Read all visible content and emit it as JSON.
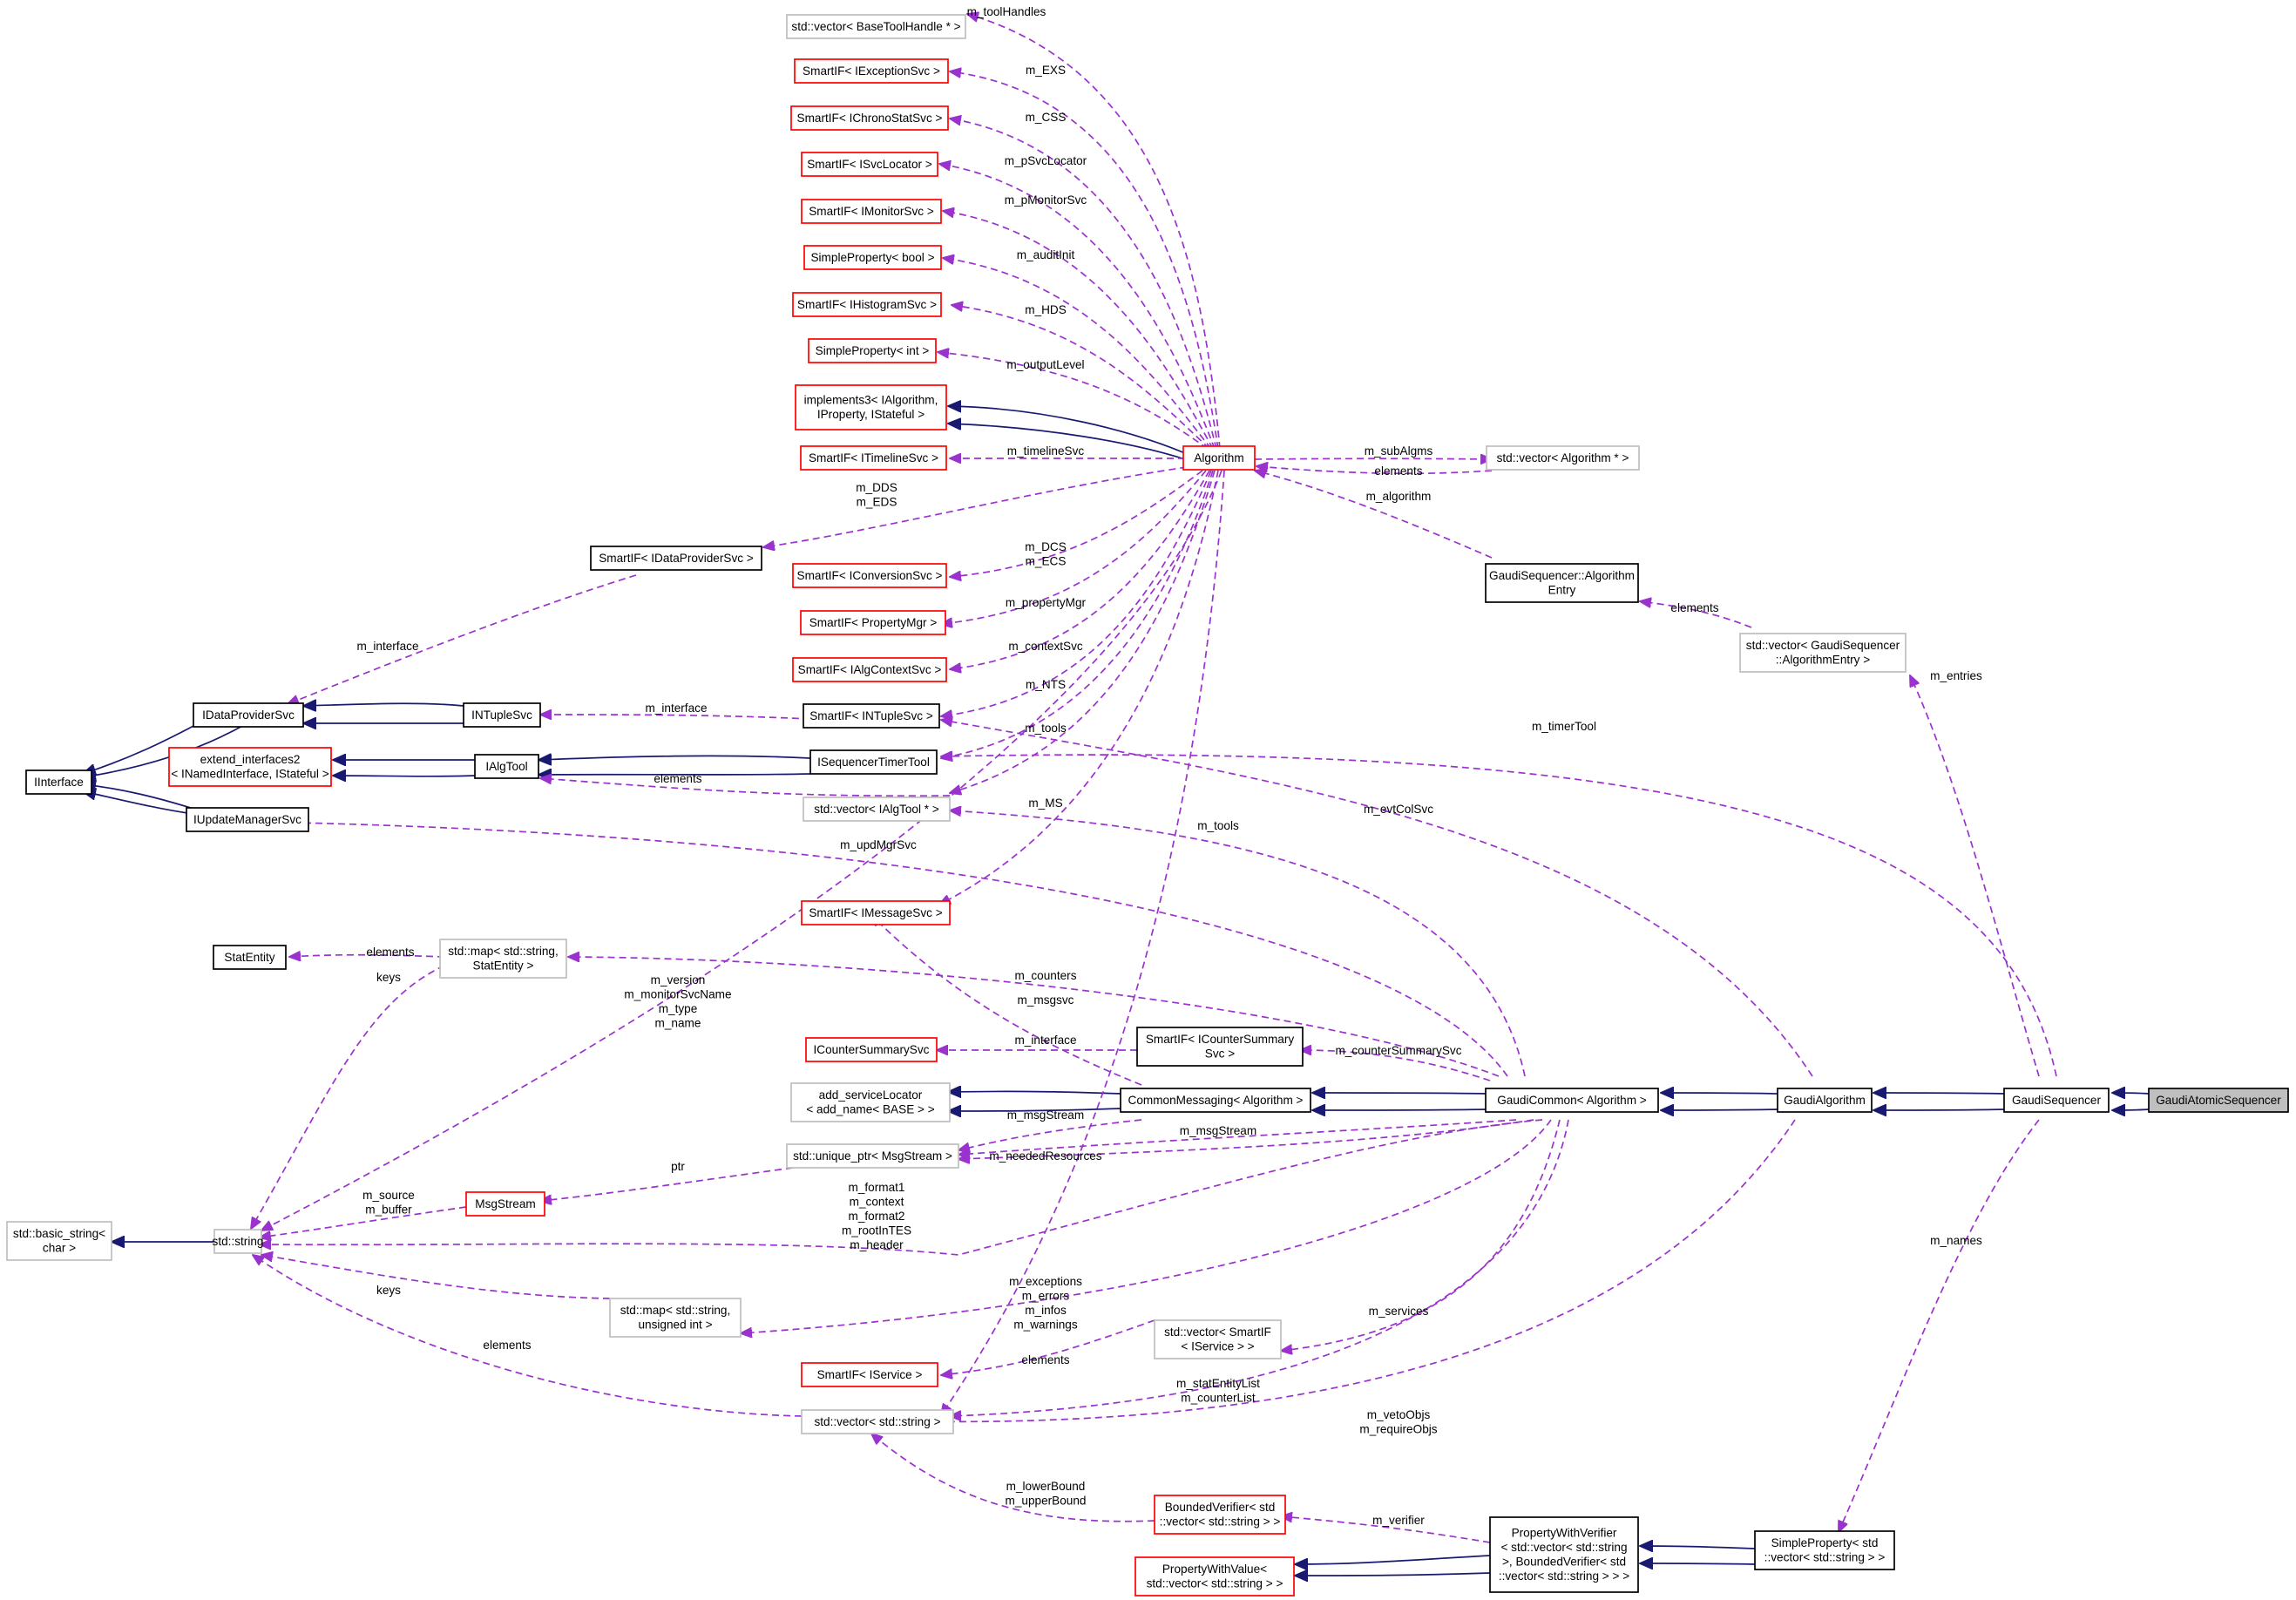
{
  "nodes": [
    {
      "id": "vecBaseToolHandle",
      "lines": [
        "std::vector< BaseToolHandle * >"
      ],
      "style": "gray"
    },
    {
      "id": "siExceptionSvc",
      "lines": [
        "SmartIF< IExceptionSvc >"
      ],
      "style": "red"
    },
    {
      "id": "siChronoStatSvc",
      "lines": [
        "SmartIF< IChronoStatSvc >"
      ],
      "style": "red"
    },
    {
      "id": "siSvcLocator",
      "lines": [
        "SmartIF< ISvcLocator >"
      ],
      "style": "red"
    },
    {
      "id": "siMonitorSvc",
      "lines": [
        "SmartIF< IMonitorSvc >"
      ],
      "style": "red"
    },
    {
      "id": "spBool",
      "lines": [
        "SimpleProperty< bool >"
      ],
      "style": "red"
    },
    {
      "id": "siHistogramSvc",
      "lines": [
        "SmartIF< IHistogramSvc >"
      ],
      "style": "red"
    },
    {
      "id": "spInt",
      "lines": [
        "SimpleProperty< int >"
      ],
      "style": "red"
    },
    {
      "id": "implements3",
      "lines": [
        "implements3< IAlgorithm,",
        "IProperty, IStateful >"
      ],
      "style": "red"
    },
    {
      "id": "siTimelineSvc",
      "lines": [
        "SmartIF< ITimelineSvc >"
      ],
      "style": "red"
    },
    {
      "id": "algorithm",
      "lines": [
        "Algorithm"
      ],
      "style": "red"
    },
    {
      "id": "vecAlgorithm",
      "lines": [
        "std::vector< Algorithm * >"
      ],
      "style": "gray"
    },
    {
      "id": "siDataProviderSvc",
      "lines": [
        "SmartIF< IDataProviderSvc >"
      ],
      "style": "black"
    },
    {
      "id": "siConversionSvc",
      "lines": [
        "SmartIF< IConversionSvc >"
      ],
      "style": "red"
    },
    {
      "id": "gsAlgorithmEntry",
      "lines": [
        "GaudiSequencer::Algorithm",
        "Entry"
      ],
      "style": "black"
    },
    {
      "id": "siPropertyMgr",
      "lines": [
        "SmartIF< PropertyMgr >"
      ],
      "style": "red"
    },
    {
      "id": "siAlgContextSvc",
      "lines": [
        "SmartIF< IAlgContextSvc >"
      ],
      "style": "red"
    },
    {
      "id": "vecAlgorithmEntry",
      "lines": [
        "std::vector< GaudiSequencer",
        "::AlgorithmEntry >"
      ],
      "style": "gray"
    },
    {
      "id": "iDataProviderSvc",
      "lines": [
        "IDataProviderSvc"
      ],
      "style": "black"
    },
    {
      "id": "iNTupleSvc",
      "lines": [
        "INTupleSvc"
      ],
      "style": "black"
    },
    {
      "id": "siNTupleSvc",
      "lines": [
        "SmartIF< INTupleSvc >"
      ],
      "style": "black"
    },
    {
      "id": "extendInterfaces2",
      "lines": [
        "extend_interfaces2",
        "< INamedInterface, IStateful >"
      ],
      "style": "red"
    },
    {
      "id": "iAlgTool",
      "lines": [
        "IAlgTool"
      ],
      "style": "black"
    },
    {
      "id": "iSequencerTimerTool",
      "lines": [
        "ISequencerTimerTool"
      ],
      "style": "black"
    },
    {
      "id": "iInterface",
      "lines": [
        "IInterface"
      ],
      "style": "black"
    },
    {
      "id": "vecIAlgTool",
      "lines": [
        "std::vector< IAlgTool * >"
      ],
      "style": "gray"
    },
    {
      "id": "iUpdateManagerSvc",
      "lines": [
        "IUpdateManagerSvc"
      ],
      "style": "black"
    },
    {
      "id": "siMessageSvc",
      "lines": [
        "SmartIF< IMessageSvc >"
      ],
      "style": "red"
    },
    {
      "id": "statEntity",
      "lines": [
        "StatEntity"
      ],
      "style": "black"
    },
    {
      "id": "mapStatEntity",
      "lines": [
        "std::map< std::string,",
        "StatEntity >"
      ],
      "style": "gray"
    },
    {
      "id": "iCounterSummarySvc",
      "lines": [
        "ICounterSummarySvc"
      ],
      "style": "red"
    },
    {
      "id": "siCounterSummarySvc",
      "lines": [
        "SmartIF< ICounterSummary",
        "Svc >"
      ],
      "style": "black"
    },
    {
      "id": "addServiceLocator",
      "lines": [
        "add_serviceLocator",
        "< add_name< BASE > >"
      ],
      "style": "gray"
    },
    {
      "id": "commonMessaging",
      "lines": [
        "CommonMessaging< Algorithm >"
      ],
      "style": "black"
    },
    {
      "id": "gaudiCommon",
      "lines": [
        "GaudiCommon< Algorithm >"
      ],
      "style": "black"
    },
    {
      "id": "gaudiAlgorithm",
      "lines": [
        "GaudiAlgorithm"
      ],
      "style": "black"
    },
    {
      "id": "gaudiSequencer",
      "lines": [
        "GaudiSequencer"
      ],
      "style": "black"
    },
    {
      "id": "gaudiAtomicSequencer",
      "lines": [
        "GaudiAtomicSequencer"
      ],
      "style": "focus"
    },
    {
      "id": "uniquePtrMsgStream",
      "lines": [
        "std::unique_ptr< MsgStream >"
      ],
      "style": "gray"
    },
    {
      "id": "basicString",
      "lines": [
        "std::basic_string<",
        "char >"
      ],
      "style": "gray"
    },
    {
      "id": "stdString",
      "lines": [
        "std::string"
      ],
      "style": "gray"
    },
    {
      "id": "msgStream",
      "lines": [
        "MsgStream"
      ],
      "style": "red"
    },
    {
      "id": "mapUnsignedInt",
      "lines": [
        "std::map< std::string,",
        "unsigned int >"
      ],
      "style": "gray"
    },
    {
      "id": "vecSmartIFService",
      "lines": [
        "std::vector< SmartIF",
        "< IService > >"
      ],
      "style": "gray"
    },
    {
      "id": "siService",
      "lines": [
        "SmartIF< IService >"
      ],
      "style": "red"
    },
    {
      "id": "vecString",
      "lines": [
        "std::vector< std::string >"
      ],
      "style": "gray"
    },
    {
      "id": "boundedVerifier",
      "lines": [
        "BoundedVerifier< std",
        "::vector< std::string > >"
      ],
      "style": "red"
    },
    {
      "id": "propertyWithVerifier",
      "lines": [
        "PropertyWithVerifier",
        "< std::vector< std::string",
        ">, BoundedVerifier< std",
        "::vector< std::string > > >"
      ],
      "style": "black"
    },
    {
      "id": "propertyWithValue",
      "lines": [
        "PropertyWithValue<",
        "std::vector< std::string > >"
      ],
      "style": "red"
    },
    {
      "id": "spVecString",
      "lines": [
        "SimpleProperty< std",
        "::vector< std::string > >"
      ],
      "style": "black"
    }
  ],
  "edgeLabels": [
    {
      "id": "lblToolHandles",
      "lines": [
        "m_toolHandles"
      ]
    },
    {
      "id": "lblEXS",
      "lines": [
        "m_EXS"
      ]
    },
    {
      "id": "lblCSS",
      "lines": [
        "m_CSS"
      ]
    },
    {
      "id": "lblSvcLocator",
      "lines": [
        "m_pSvcLocator"
      ]
    },
    {
      "id": "lblMonitorSvc",
      "lines": [
        "m_pMonitorSvc"
      ]
    },
    {
      "id": "lblAuditInit",
      "lines": [
        "m_auditInit"
      ]
    },
    {
      "id": "lblHDS",
      "lines": [
        "m_HDS"
      ]
    },
    {
      "id": "lblOutputLevel",
      "lines": [
        "m_outputLevel"
      ]
    },
    {
      "id": "lblTimelineSvc",
      "lines": [
        "m_timelineSvc"
      ]
    },
    {
      "id": "lblSubAlgms",
      "lines": [
        "m_subAlgms"
      ]
    },
    {
      "id": "lblElementsAlg",
      "lines": [
        "elements"
      ]
    },
    {
      "id": "lblDDS",
      "lines": [
        "m_DDS",
        "m_EDS"
      ]
    },
    {
      "id": "lblAlgorithm",
      "lines": [
        "m_algorithm"
      ]
    },
    {
      "id": "lblDCS",
      "lines": [
        "m_DCS",
        "m_ECS"
      ]
    },
    {
      "id": "lblPropertyMgr",
      "lines": [
        "m_propertyMgr"
      ]
    },
    {
      "id": "lblElementsEntry",
      "lines": [
        "elements"
      ]
    },
    {
      "id": "lblInterfaceDP",
      "lines": [
        "m_interface"
      ]
    },
    {
      "id": "lblContextSvc",
      "lines": [
        "m_contextSvc"
      ]
    },
    {
      "id": "lblEntries",
      "lines": [
        "m_entries"
      ]
    },
    {
      "id": "lblNTS",
      "lines": [
        "m_NTS"
      ]
    },
    {
      "id": "lblInterfaceNT",
      "lines": [
        "m_interface"
      ]
    },
    {
      "id": "lblTools",
      "lines": [
        "m_tools"
      ]
    },
    {
      "id": "lblTimerTool",
      "lines": [
        "m_timerTool"
      ]
    },
    {
      "id": "lblElementsTool",
      "lines": [
        "elements"
      ]
    },
    {
      "id": "lblMS",
      "lines": [
        "m_MS"
      ]
    },
    {
      "id": "lblEvtColSvc",
      "lines": [
        "m_evtColSvc"
      ]
    },
    {
      "id": "lblTools2",
      "lines": [
        "m_tools"
      ]
    },
    {
      "id": "lblUpdMgrSvc",
      "lines": [
        "m_updMgrSvc"
      ]
    },
    {
      "id": "lblElementsStat",
      "lines": [
        "elements"
      ]
    },
    {
      "id": "lblKeysStat",
      "lines": [
        "keys"
      ]
    },
    {
      "id": "lblCounters",
      "lines": [
        "m_counters"
      ]
    },
    {
      "id": "lblVersion",
      "lines": [
        "m_version",
        "m_monitorSvcName",
        "m_type",
        "m_name"
      ]
    },
    {
      "id": "lblMsgSvc",
      "lines": [
        "m_msgsvc"
      ]
    },
    {
      "id": "lblInterfaceCS",
      "lines": [
        "m_interface"
      ]
    },
    {
      "id": "lblCounterSummarySvc",
      "lines": [
        "m_counterSummarySvc"
      ]
    },
    {
      "id": "lblMsgStream1",
      "lines": [
        "m_msgStream"
      ]
    },
    {
      "id": "lblMsgStream2",
      "lines": [
        "m_msgStream"
      ]
    },
    {
      "id": "lblPtr",
      "lines": [
        "ptr"
      ]
    },
    {
      "id": "lblNeeded",
      "lines": [
        "m_neededResources"
      ]
    },
    {
      "id": "lblSource",
      "lines": [
        "m_source",
        "m_buffer"
      ]
    },
    {
      "id": "lblFormat",
      "lines": [
        "m_format1",
        "m_context",
        "m_format2",
        "m_rootInTES",
        "m_header"
      ]
    },
    {
      "id": "lblNames",
      "lines": [
        "m_names"
      ]
    },
    {
      "id": "lblKeysMap",
      "lines": [
        "keys"
      ]
    },
    {
      "id": "lblExceptions",
      "lines": [
        "m_exceptions",
        "m_errors",
        "m_infos",
        "m_warnings"
      ]
    },
    {
      "id": "lblElementsStr",
      "lines": [
        "elements"
      ]
    },
    {
      "id": "lblServices",
      "lines": [
        "m_services"
      ]
    },
    {
      "id": "lblElementsSvc",
      "lines": [
        "elements"
      ]
    },
    {
      "id": "lblStatEntityList",
      "lines": [
        "m_statEntityList",
        "m_counterList"
      ]
    },
    {
      "id": "lblVetoObjs",
      "lines": [
        "m_vetoObjs",
        "m_requireObjs"
      ]
    },
    {
      "id": "lblLowerBound",
      "lines": [
        "m_lowerBound",
        "m_upperBound"
      ]
    },
    {
      "id": "lblVerifier",
      "lines": [
        "m_verifier"
      ]
    }
  ]
}
